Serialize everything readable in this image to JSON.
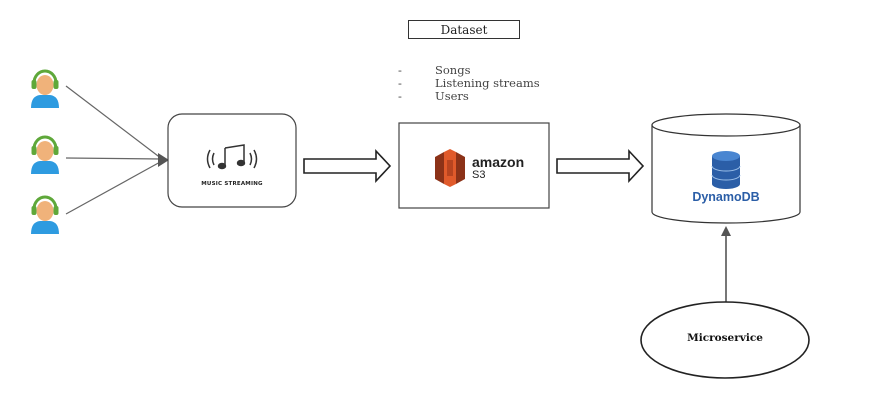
{
  "dataset": {
    "title": "Dataset",
    "items": [
      "Songs",
      "Listening streams",
      "Users"
    ]
  },
  "music_streaming": {
    "label": "MUSIC STREAMING"
  },
  "amazon_s3": {
    "brand": "amazon",
    "service": "S3"
  },
  "dynamodb": {
    "label": "DynamoDB"
  },
  "microservice": {
    "label": "Microservice"
  },
  "colors": {
    "dynamo_blue": "#2b5ea7",
    "s3_orange": "#e05a2b",
    "user_headset": "#5fa83a",
    "user_body": "#2e9be0",
    "user_face": "#f0b27a"
  }
}
